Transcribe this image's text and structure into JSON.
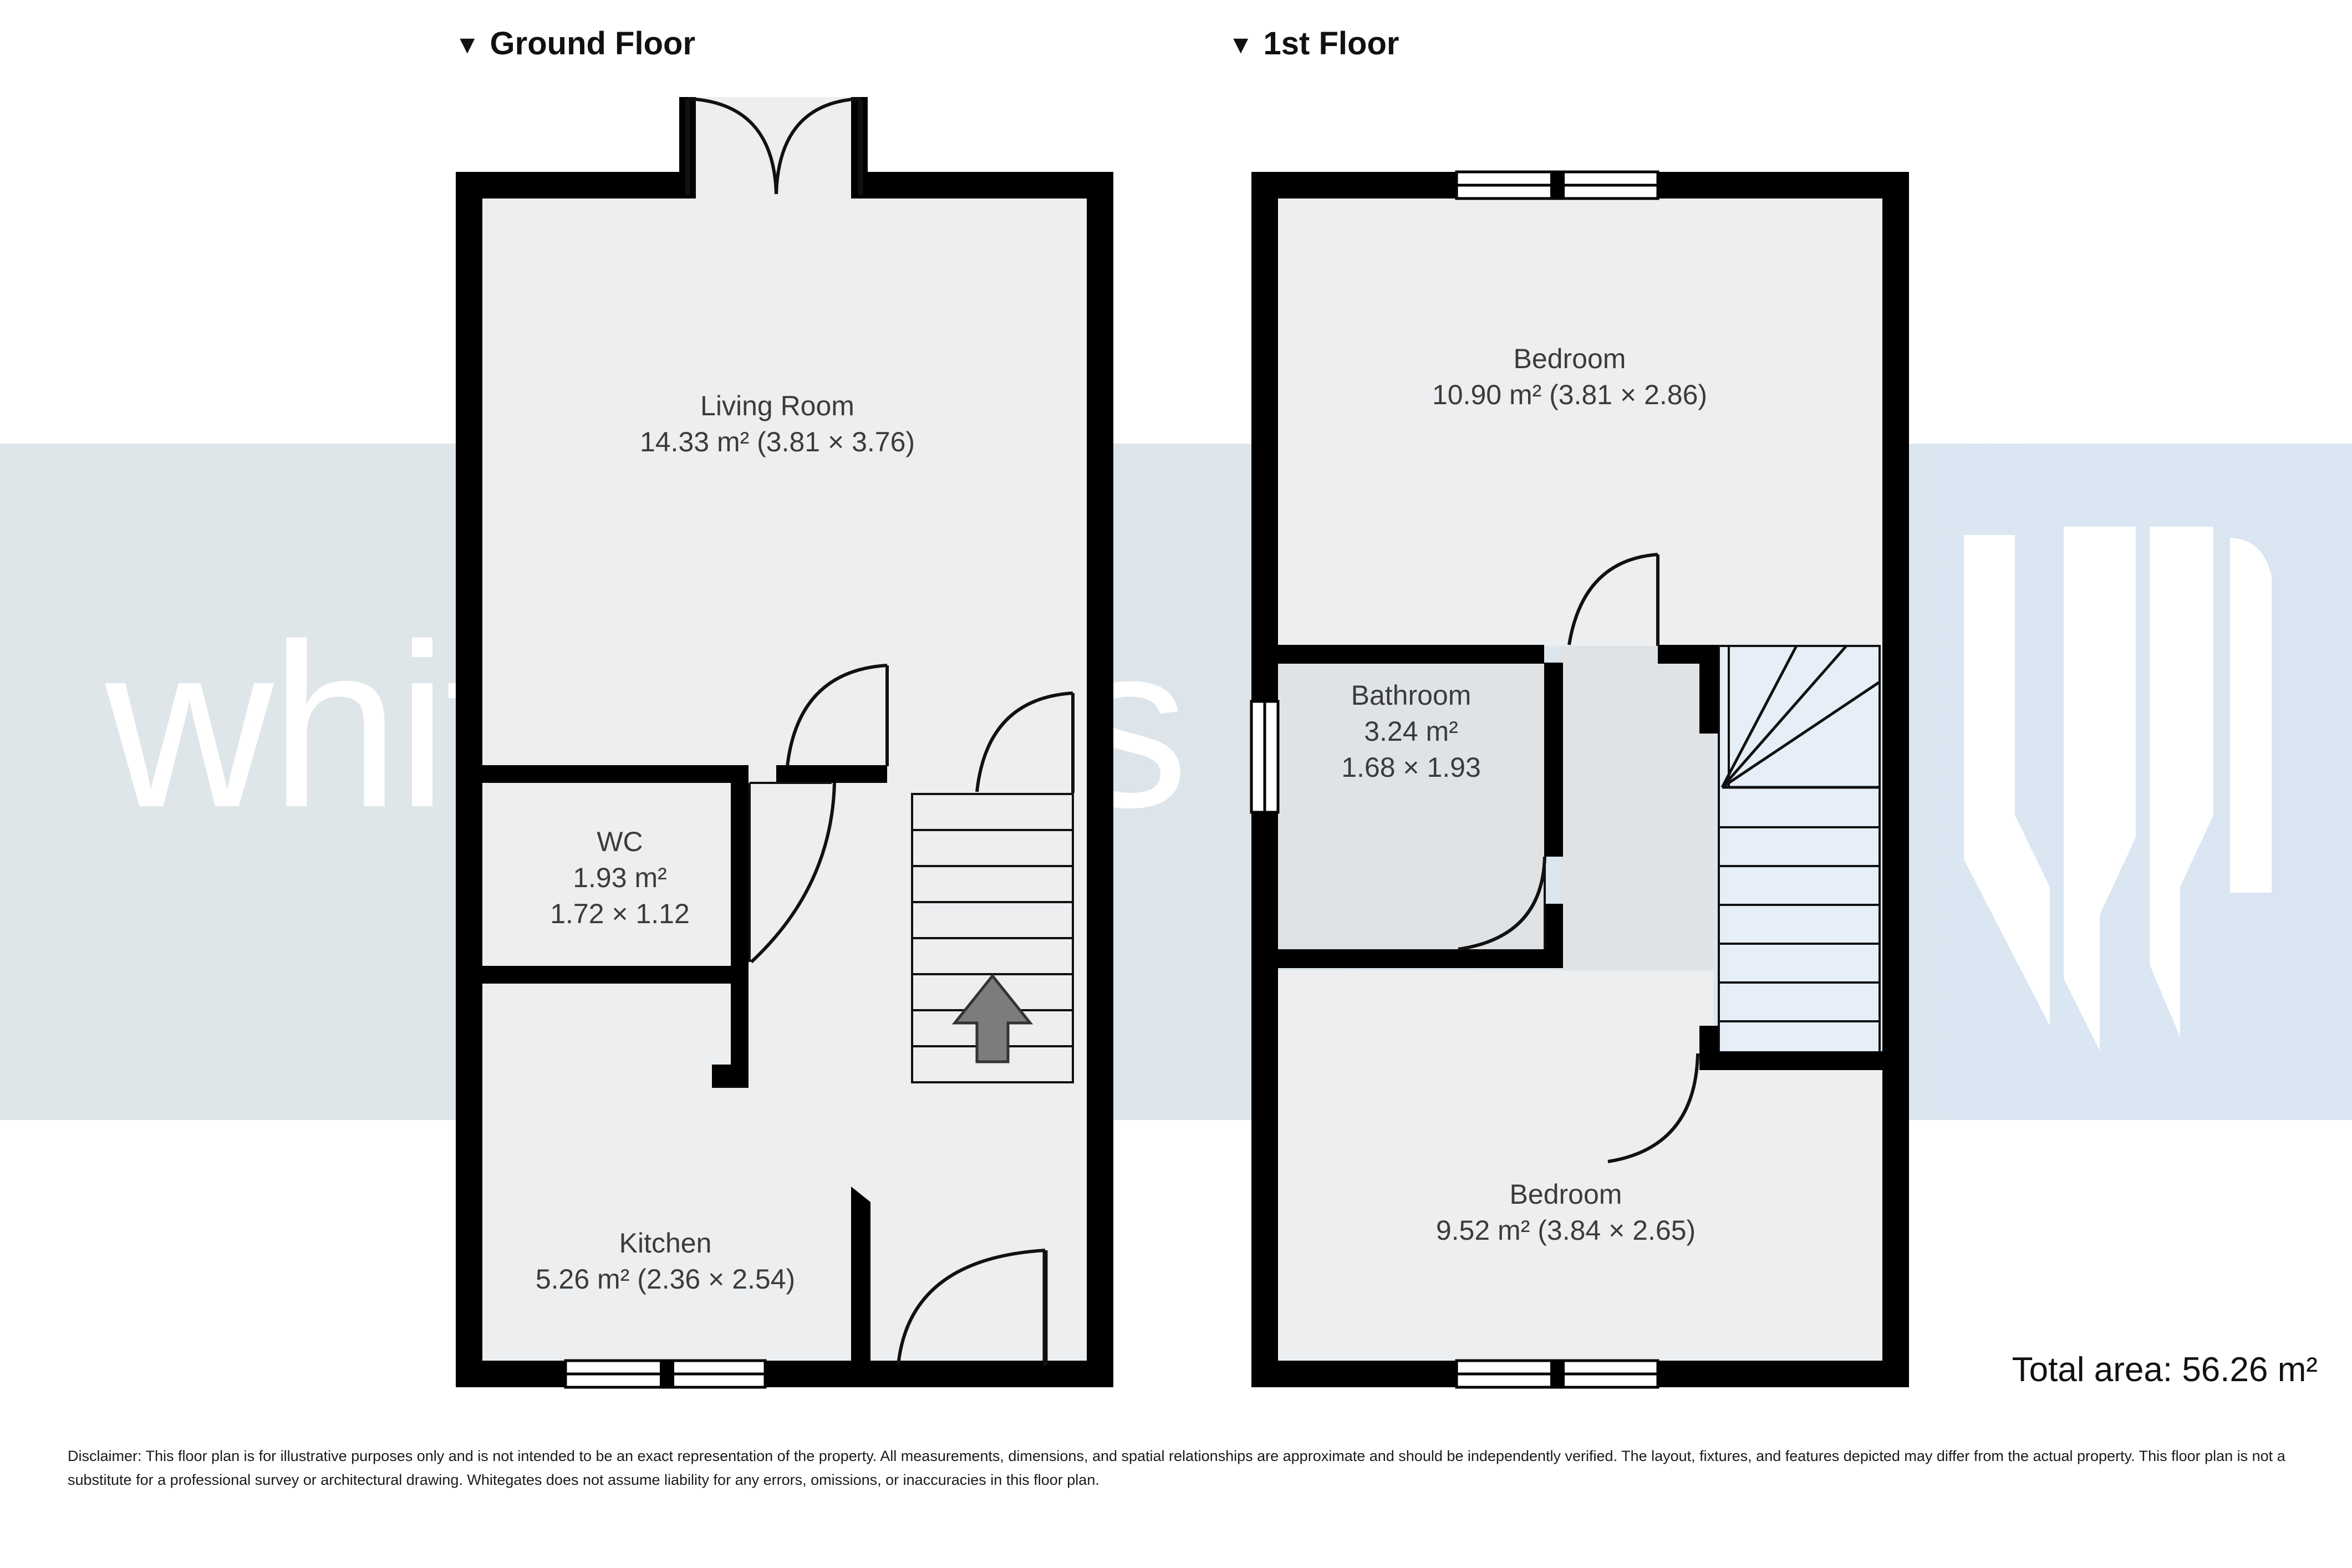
{
  "document": {
    "type": "floor-plan",
    "total_area_label": "Total area: 56.26 m²",
    "watermark_text": "whitegates",
    "watermark_logo_name": "whitegates-w-logo"
  },
  "floors": [
    {
      "id": "ground",
      "caret": "▼",
      "title": "Ground Floor",
      "rooms": [
        {
          "id": "living",
          "name": "Living Room",
          "meta": "14.33 m² (3.81 × 3.76)",
          "area_m2": 14.33,
          "width_m": 3.81,
          "depth_m": 3.76
        },
        {
          "id": "wc",
          "name": "WC",
          "meta_area": "1.93 m²",
          "meta_dims": "1.72 × 1.12",
          "area_m2": 1.93,
          "width_m": 1.72,
          "depth_m": 1.12
        },
        {
          "id": "kitchen",
          "name": "Kitchen",
          "meta": "5.26 m² (2.36 × 2.54)",
          "area_m2": 5.26,
          "width_m": 2.36,
          "depth_m": 2.54
        }
      ]
    },
    {
      "id": "first",
      "caret": "▼",
      "title": "1st Floor",
      "rooms": [
        {
          "id": "bed1",
          "name": "Bedroom",
          "meta": "10.90 m² (3.81 × 2.86)",
          "area_m2": 10.9,
          "width_m": 3.81,
          "depth_m": 2.86
        },
        {
          "id": "bath",
          "name": "Bathroom",
          "meta_area": "3.24 m²",
          "meta_dims": "1.68 × 1.93",
          "area_m2": 3.24,
          "width_m": 1.68,
          "depth_m": 1.93
        },
        {
          "id": "bed2",
          "name": "Bedroom",
          "meta": "9.52 m² (3.84 × 2.65)",
          "area_m2": 9.52,
          "width_m": 3.84,
          "depth_m": 2.65
        }
      ]
    }
  ],
  "disclaimer": "Disclaimer: This floor plan is for illustrative purposes only and is not intended to be an exact representation of the property. All measurements, dimensions, and spatial relationships are approximate and should be independently verified. The layout, fixtures, and features depicted may differ from the actual property. This floor plan is not a substitute for a professional survey or architectural drawing. Whitegates does not assume liability for any errors, omissions, or inaccuracies in this floor plan.",
  "colors": {
    "wall": "#000000",
    "room_fill": "#eceef0",
    "stair_fill": "#e6eef5",
    "text": "#3b3b3b",
    "heading": "#111111",
    "watermark_band": "#dde5ea",
    "watermark_ink": "#ffffff",
    "arrow_fill": "#7c7c7c"
  },
  "symbols": {
    "up_arrow": "stair-direction-up-arrow",
    "front_door": "double-door-swing",
    "back_door": "single-door-swing",
    "window": "window-symbol"
  }
}
